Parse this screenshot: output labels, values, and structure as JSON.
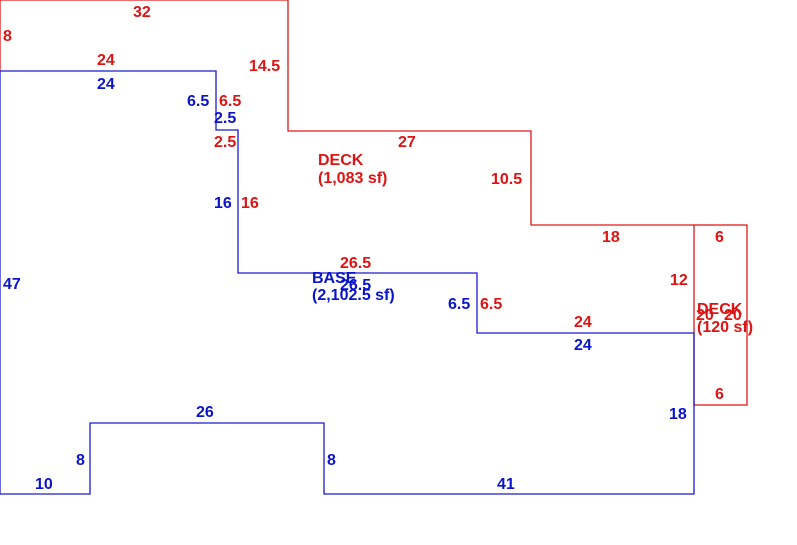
{
  "colors": {
    "base": "#0a14c8",
    "deck": "#dc1414",
    "background": "#ffffff"
  },
  "areas": {
    "base": {
      "name": "BASE",
      "area": "(2,102.5 sf)"
    },
    "deck_main": {
      "name": "DECK",
      "area": "(1,083 sf)"
    },
    "deck_small": {
      "name": "DECK",
      "area": "(120 sf)"
    }
  },
  "labels": {
    "red_32": "32",
    "red_8": "8",
    "red_24_top": "24",
    "red_14_5": "14.5",
    "red_6_5_upper": "6.5",
    "red_2_5": "2.5",
    "red_27": "27",
    "red_10_5": "10.5",
    "red_16": "16",
    "red_18": "18",
    "red_6_top": "6",
    "red_26_5": "26.5",
    "red_12": "12",
    "red_6_5_lower": "6.5",
    "red_24_mid": "24",
    "red_20_a": "20",
    "red_20_b": "20",
    "red_6_bottom": "6",
    "blue_24_top": "24",
    "blue_6_5_upper": "6.5",
    "blue_2_5": "2.5",
    "blue_16": "16",
    "blue_47": "47",
    "blue_26_5": "26.5",
    "blue_6_5_lower": "6.5",
    "blue_24_mid": "24",
    "blue_18": "18",
    "blue_26": "26",
    "blue_8_left": "8",
    "blue_8_right": "8",
    "blue_10": "10",
    "blue_41": "41"
  }
}
